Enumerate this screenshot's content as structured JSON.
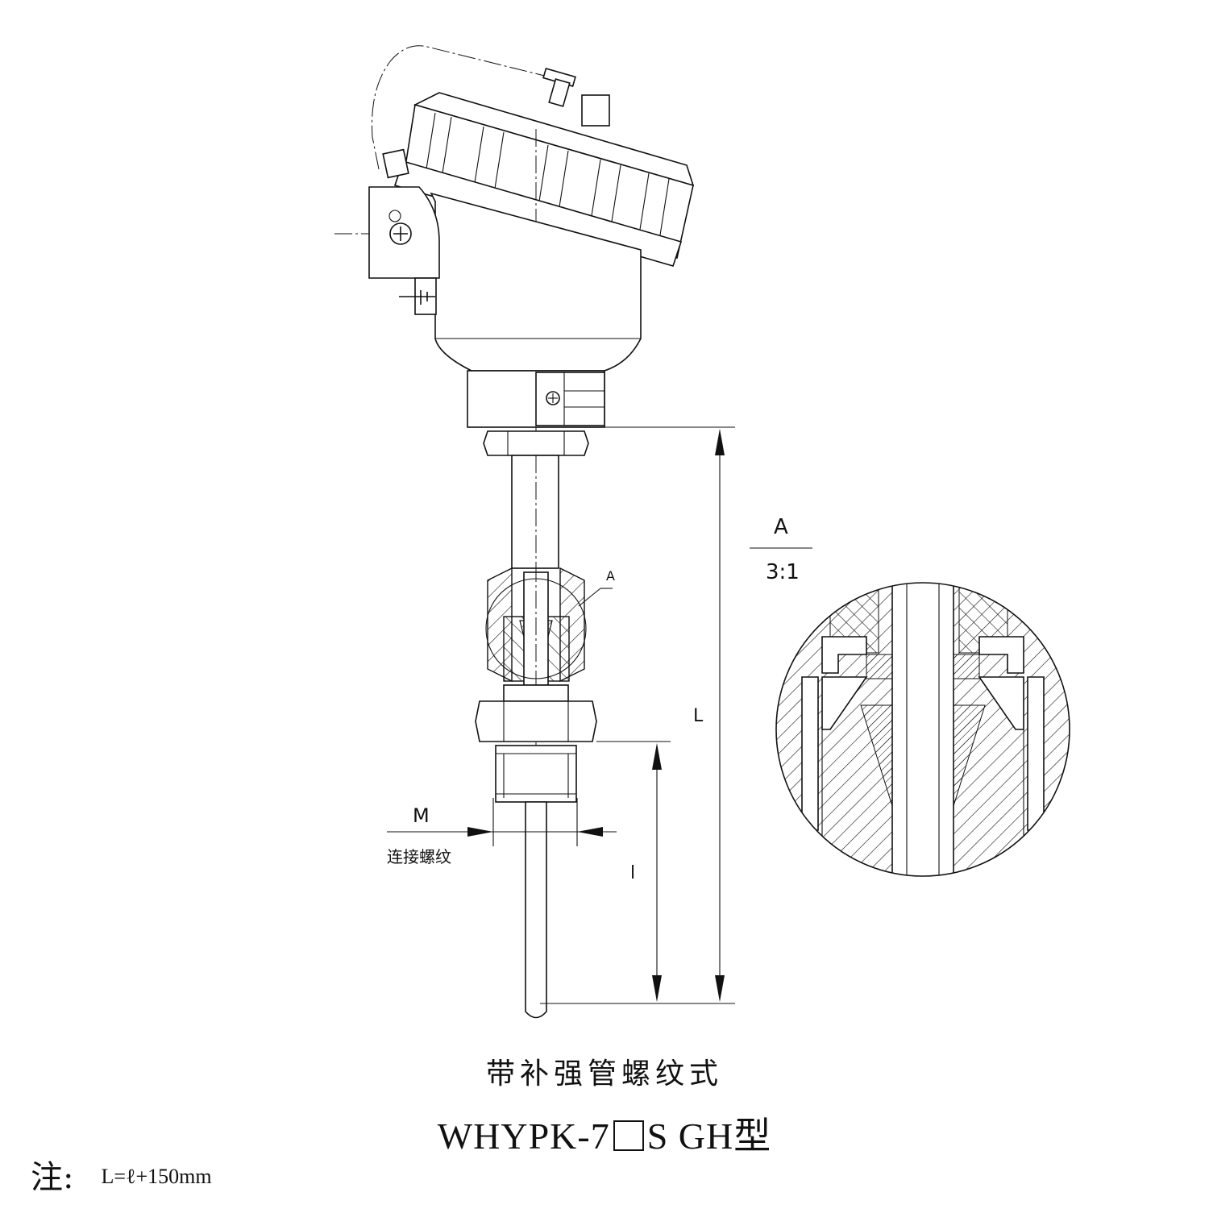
{
  "drawing": {
    "dimension_L": "L",
    "dimension_l": "l",
    "thread_label": "M",
    "thread_caption": "连接螺纹",
    "callout_A": "A",
    "detail_label": "A",
    "detail_scale": "3:1"
  },
  "caption": {
    "subtitle": "带补强管螺纹式",
    "model_prefix": "WHYPK-7",
    "model_suffix": "S GH型"
  },
  "note": {
    "label": "注:",
    "formula": "L=ℓ+150mm"
  }
}
